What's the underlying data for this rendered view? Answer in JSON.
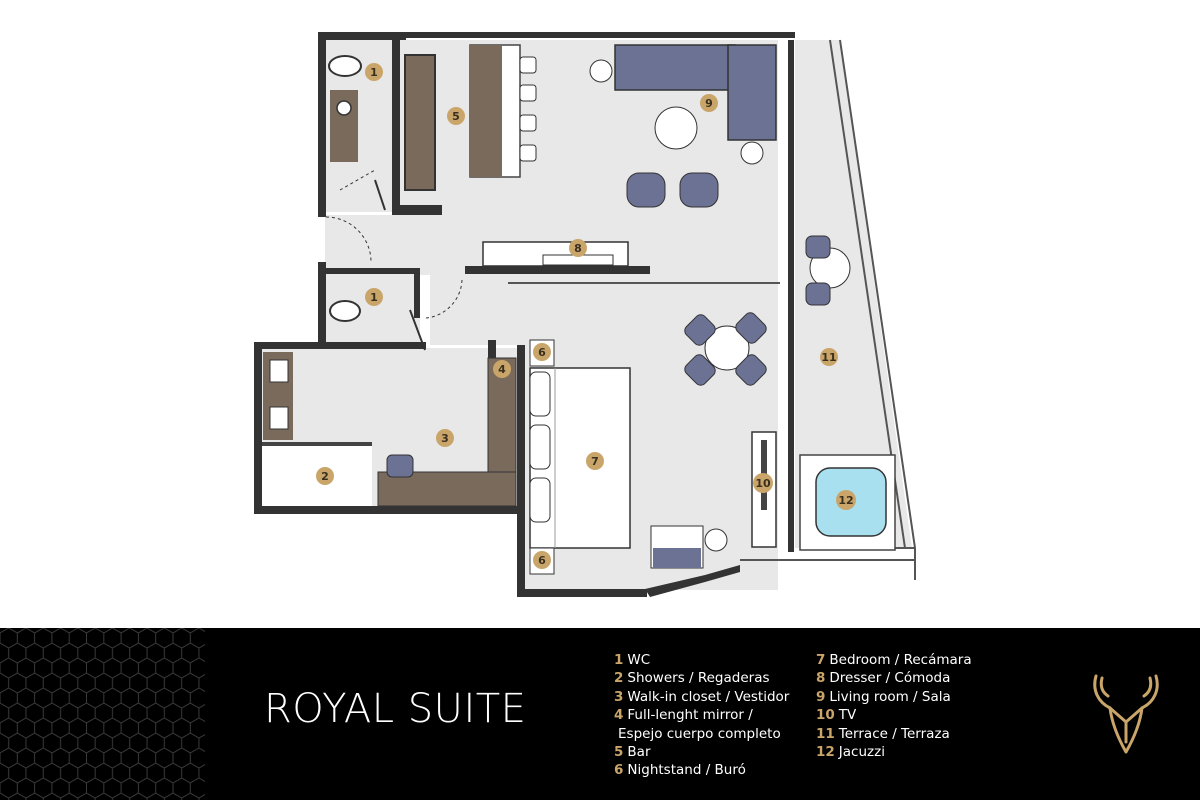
{
  "title": "ROYAL SUITE",
  "legend": {
    "column1": [
      {
        "num": "1",
        "label": "WC"
      },
      {
        "num": "2",
        "label": "Showers / Regaderas"
      },
      {
        "num": "3",
        "label": "Walk-in closet / Vestidor"
      },
      {
        "num": "4",
        "label": "Full-lenght mirror /"
      },
      {
        "num": "",
        "label": "Espejo cuerpo completo"
      },
      {
        "num": "5",
        "label": "Bar"
      },
      {
        "num": "6",
        "label": "Nightstand / Buró"
      }
    ],
    "column2": [
      {
        "num": "7",
        "label": "Bedroom / Recámara"
      },
      {
        "num": "8",
        "label": "Dresser / Cómoda"
      },
      {
        "num": "9",
        "label": "Living room / Sala"
      },
      {
        "num": "10",
        "label": "TV"
      },
      {
        "num": "11",
        "label": "Terrace / Terraza"
      },
      {
        "num": "12",
        "label": "Jacuzzi"
      }
    ]
  },
  "markers": [
    "1",
    "5",
    "9",
    "8",
    "1",
    "6",
    "4",
    "3",
    "7",
    "11",
    "2",
    "10",
    "12",
    "6"
  ],
  "colors": {
    "wall": "#333333",
    "floor": "#e8e8e8",
    "sofa": "#6b7294",
    "wood": "#7a6a5c",
    "marker": "#c9a56a",
    "footer": "#000000",
    "water": "#a9e0f0",
    "logo": "#c9a56a"
  },
  "icons": {
    "logo": "deer-antlers-logo",
    "pattern": "hexagon-pattern"
  }
}
